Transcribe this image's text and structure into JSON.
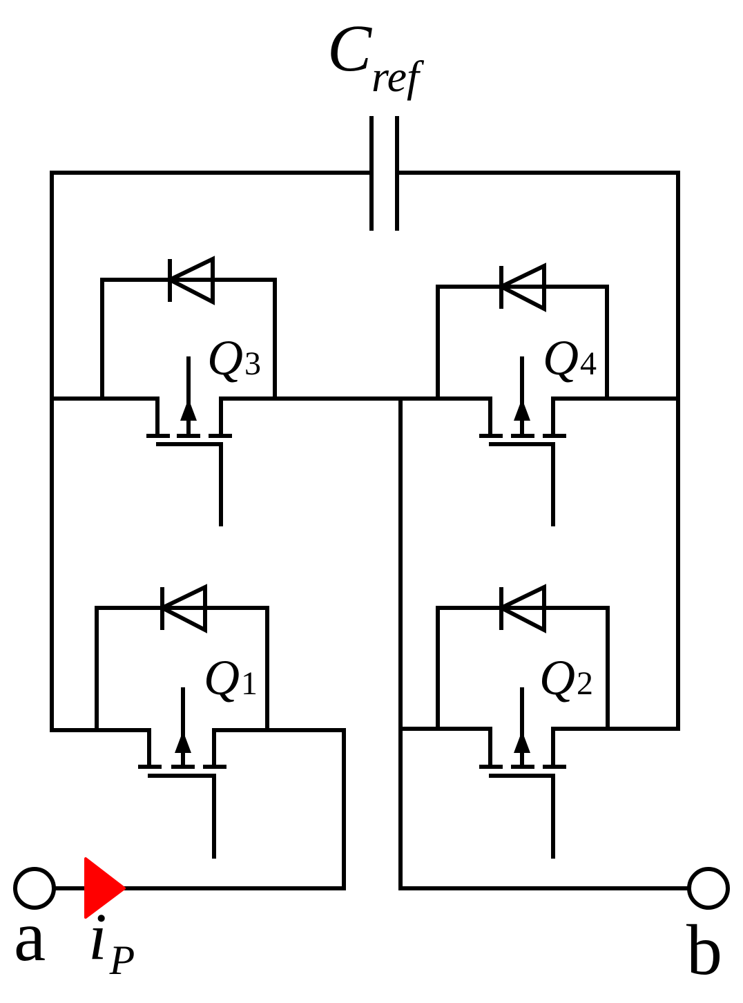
{
  "capacitor": {
    "symbol": "C",
    "subscript": "ref"
  },
  "switches": [
    {
      "id": "Q3",
      "symbol": "Q",
      "subscript": "3"
    },
    {
      "id": "Q4",
      "symbol": "Q",
      "subscript": "4"
    },
    {
      "id": "Q1",
      "symbol": "Q",
      "subscript": "1"
    },
    {
      "id": "Q2",
      "symbol": "Q",
      "subscript": "2"
    }
  ],
  "terminals": {
    "left": "a",
    "right": "b"
  },
  "current": {
    "symbol": "i",
    "subscript": "P",
    "color": "#ff0000"
  },
  "colors": {
    "wire": "#000000",
    "background": "#ffffff"
  }
}
